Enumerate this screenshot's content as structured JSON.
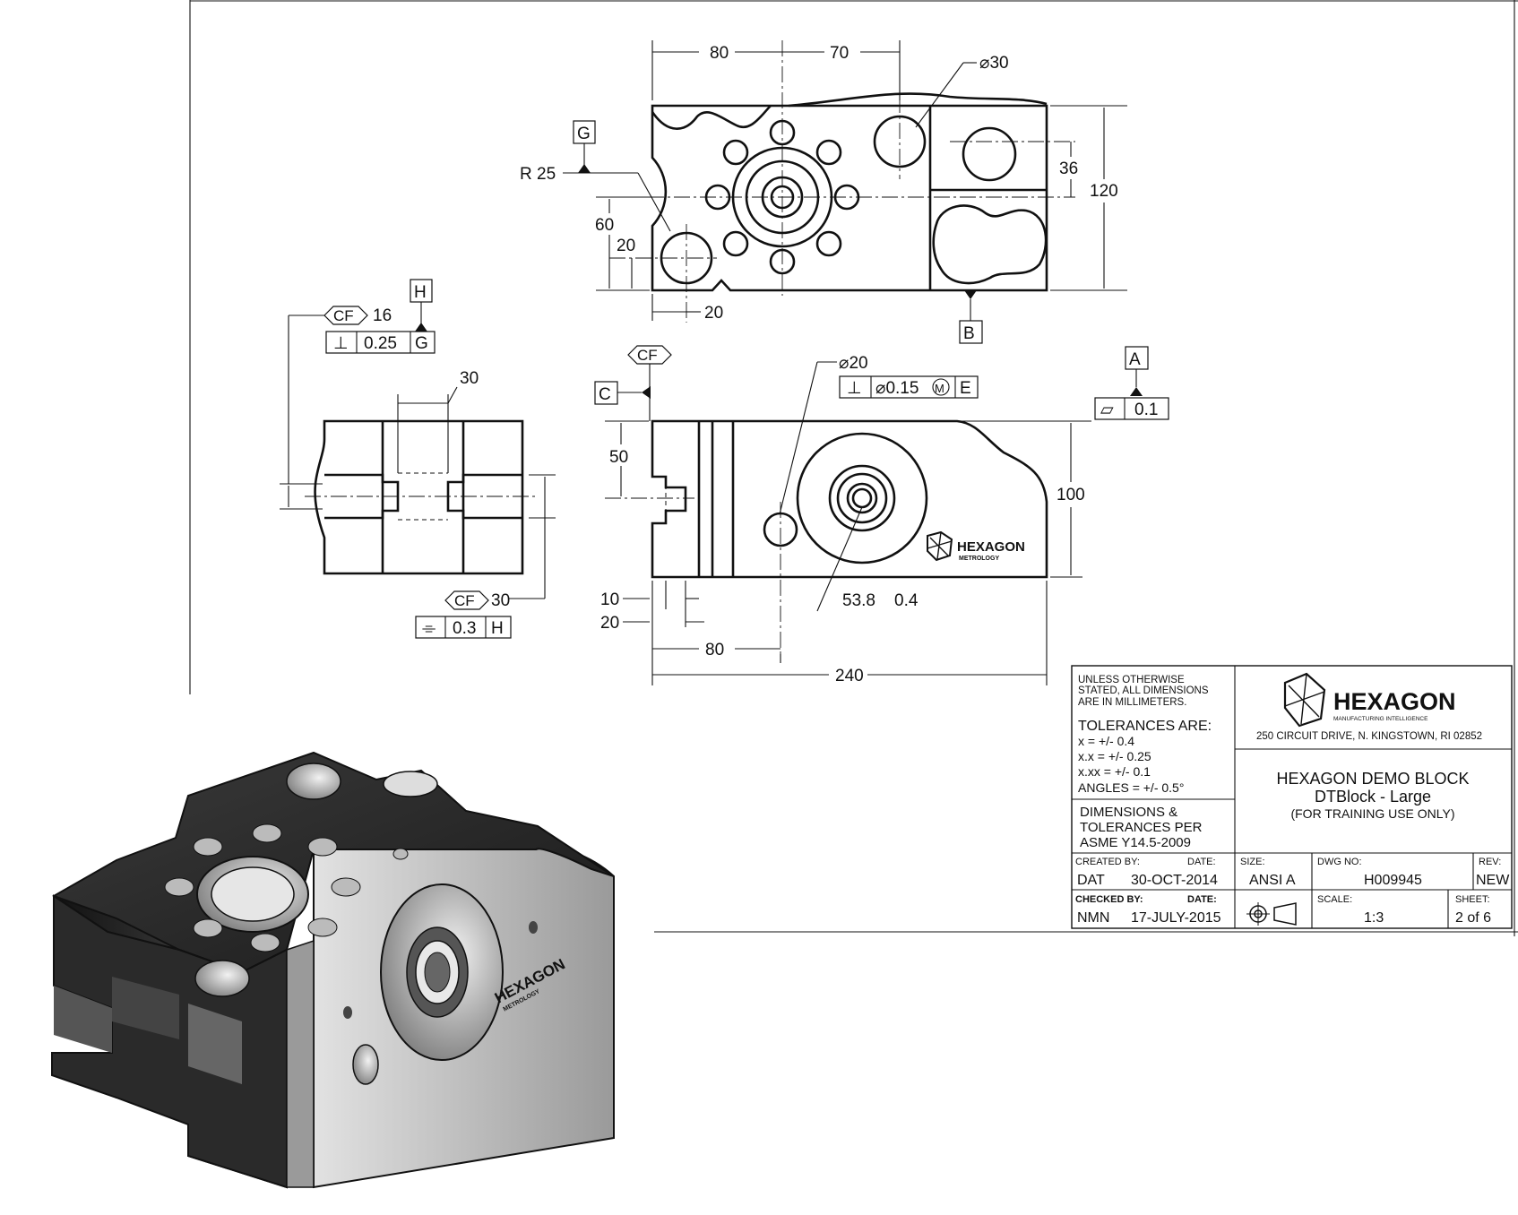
{
  "drawing": {
    "top_view": {
      "dim_80": "80",
      "dim_70": "70",
      "dim_dia30": "⌀30",
      "dim_r25": "R 25",
      "datum_g": "G",
      "dim_60": "60",
      "dim_20_vert": "20",
      "dim_20_horiz": "20",
      "dim_36": "36",
      "dim_120": "120",
      "datum_b": "B"
    },
    "side_view": {
      "cf1_symbol": "CF",
      "cf1_value": "16",
      "datum_h": "H",
      "fcf1_symbol": "⊥",
      "fcf1_tol": "0.25",
      "fcf1_datum": "G",
      "dim_30_top": "30",
      "cf2_symbol": "CF",
      "cf2_value": "30",
      "fcf2_symbol": "⌯",
      "fcf2_tol": "0.3",
      "fcf2_datum": "H"
    },
    "front_view": {
      "cf3_symbol": "CF",
      "datum_c": "C",
      "dim_dia20": "⌀20",
      "fcf3_symbol": "⊥",
      "fcf3_tol": "⌀0.15",
      "fcf3_modifier": "M",
      "fcf3_datum": "E",
      "datum_a": "A",
      "fcf4_symbol": "▱",
      "fcf4_tol": "0.1",
      "dim_50": "50",
      "dim_100": "100",
      "dim_10": "10",
      "dim_20": "20",
      "dim_53_8": "53.8",
      "dim_0_4": "0.4",
      "dim_80": "80",
      "dim_240": "240",
      "logo_main": "HEXAGON",
      "logo_sub": "METROLOGY"
    },
    "iso_view": {
      "logo_main": "HEXAGON",
      "logo_sub": "METROLOGY"
    }
  },
  "title_block": {
    "note_line1": "UNLESS OTHERWISE",
    "note_line2": "STATED, ALL DIMENSIONS",
    "note_line3": "ARE IN MILLIMETERS.",
    "tol_heading": "TOLERANCES ARE:",
    "tol_x": "x = +/- 0.4",
    "tol_xx": "x.x = +/- 0.25",
    "tol_xxx": "x.xx = +/- 0.1",
    "tol_angles": "ANGLES = +/- 0.5°",
    "std_line1": "DIMENSIONS &",
    "std_line2": "TOLERANCES PER",
    "std_line3": "ASME Y14.5-2009",
    "company": "HEXAGON",
    "company_sub": "MANUFACTURING INTELLIGENCE",
    "address": "250 CIRCUIT DRIVE, N. KINGSTOWN, RI  02852",
    "title1": "HEXAGON DEMO BLOCK",
    "title2": "DTBlock - Large",
    "title3": "(FOR TRAINING USE ONLY)",
    "created_by_label": "CREATED BY:",
    "created_date_label": "DATE:",
    "created_by": "DAT",
    "created_date": "30-OCT-2014",
    "size_label": "SIZE:",
    "size": "ANSI A",
    "dwg_no_label": "DWG NO:",
    "dwg_no": "H009945",
    "rev_label": "REV:",
    "rev": "NEW",
    "checked_by_label": "CHECKED BY:",
    "checked_date_label": "DATE:",
    "checked_by": "NMN",
    "checked_date": "17-JULY-2015",
    "scale_label": "SCALE:",
    "scale": "1:3",
    "sheet_label": "SHEET:",
    "sheet": "2 of 6"
  },
  "colors": {
    "ink": "#111111",
    "paper": "#ffffff",
    "solid_dark": "#1c1c1c",
    "solid_mid": "#8a8a8a",
    "solid_light": "#cfcfcf"
  }
}
